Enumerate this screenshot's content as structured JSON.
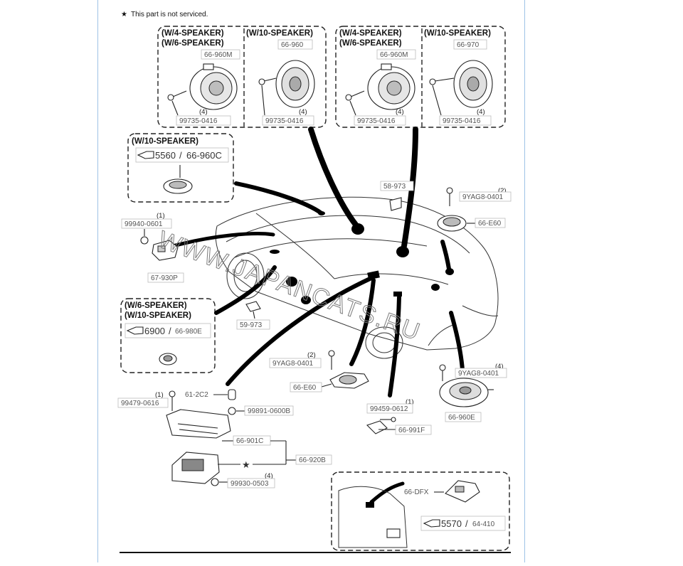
{
  "note": {
    "symbol": "★",
    "text": "This part is not serviced."
  },
  "watermark": "WWW.JAPANCATS.RU",
  "front_speakers_box": {
    "w4_line1": "(W/4-SPEAKER)",
    "w6_line2": "(W/6-SPEAKER)",
    "std_part": "66-960M",
    "w10": "(W/10-SPEAKER)",
    "w10_part": "66-960",
    "screw1": "99735-0416",
    "screw1_qty": "(4)",
    "screw2": "99735-0416",
    "screw2_qty": "(4)"
  },
  "rear_speakers_box": {
    "w4_line1": "(W/4-SPEAKER)",
    "w6_line2": "(W/6-SPEAKER)",
    "std_part": "66-960M",
    "w10": "(W/10-SPEAKER)",
    "w10_part": "66-970",
    "screw1": "99735-0416",
    "screw1_qty": "(4)",
    "screw2": "99735-0416",
    "screw2_qty": "(4)"
  },
  "center_box": {
    "title": "(W/10-SPEAKER)",
    "ref_num": "5560",
    "ref_part": "66-960C"
  },
  "tweeter_box": {
    "line1": "(W/6-SPEAKER)",
    "line2": "(W/10-SPEAKER)",
    "ref_num": "6900",
    "ref_part": "66-980E"
  },
  "antenna_box": {
    "part": "66-DFX",
    "ref_num": "5570",
    "ref_part": "64-410"
  },
  "labels": {
    "p58973": "58-973",
    "p9yag_top": "9YAG8-0401",
    "p9yag_top_qty": "(2)",
    "p66e60_top": "66-E60",
    "p99940": "99940-0601",
    "p99940_qty": "(1)",
    "p67930p": "67-930P",
    "p59973": "59-973",
    "p9yag_mid": "9YAG8-0401",
    "p9yag_mid_qty": "(2)",
    "p66e60_mid": "66-E60",
    "p9yag_right": "9YAG8-0401",
    "p9yag_right_qty": "(4)",
    "p66960e": "66-960E",
    "p99479": "99479-0616",
    "p99479_qty": "(1)",
    "p612c2": "61-2C2",
    "p99891": "99891-0600B",
    "p66901c": "66-901C",
    "p66920b": "66-920B",
    "p99930": "99930-0503",
    "p99930_qty": "(4)",
    "p99459": "99459-0612",
    "p99459_qty": "(1)",
    "p66991f": "66-991F",
    "star": "★"
  }
}
